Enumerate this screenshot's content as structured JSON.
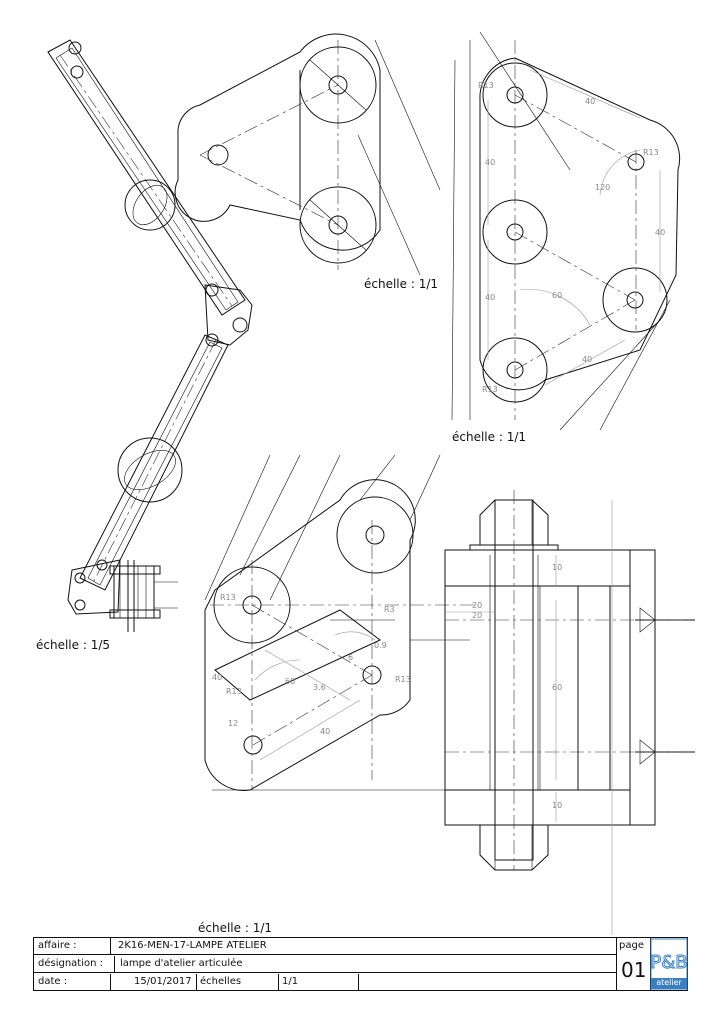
{
  "scales": {
    "top_middle": "échelle : 1/1",
    "top_right": "échelle : 1/1",
    "left_assembly": "échelle : 1/5",
    "bottom": "échelle : 1/1"
  },
  "dimensions": {
    "top_right": [
      "R13",
      "40",
      "R13",
      "120",
      "40",
      "40",
      "60",
      "40",
      "40",
      "R13"
    ],
    "bottom_left": [
      "R13",
      "R3",
      "20",
      "0.9",
      "R13",
      "R13",
      "12",
      "60",
      "40",
      "3.6",
      "6",
      "40"
    ],
    "bottom_right": [
      "20",
      "10",
      "60",
      "10"
    ]
  },
  "title_block": {
    "affaire_label": "affaire :",
    "affaire_value": "2K16-MEN-17-LAMPE ATELIER",
    "designation_label": "désignation :",
    "designation_value": "lampe d'atelier articulée",
    "date_label": "date :",
    "date_value": "15/01/2017",
    "echelles_label": "échelles",
    "echelles_value": "1/1",
    "page_label": "page",
    "page_number": "01",
    "logo_text": "atelier",
    "logo_mark": "P&B"
  }
}
